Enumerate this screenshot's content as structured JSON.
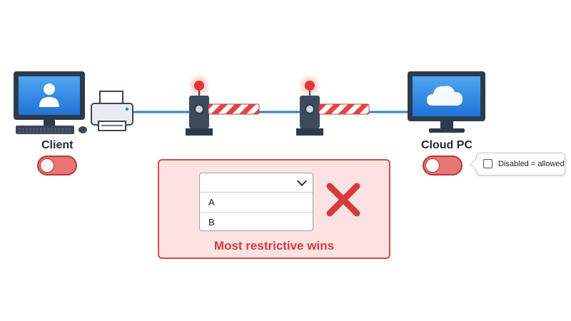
{
  "client": {
    "label": "Client",
    "toggle_state": "off"
  },
  "cloud_pc": {
    "label": "Cloud PC",
    "toggle_state": "off"
  },
  "tooltip": {
    "text": "Disabled = allowed",
    "checked": false
  },
  "dropdown": {
    "options": [
      "A",
      "B"
    ]
  },
  "result": {
    "caption": "Most restrictive wins"
  },
  "colors": {
    "connection_line": "#2f7ed8",
    "barrier_stripe": "#e04545",
    "warning_light": "#e53535",
    "panel_border": "#d94b4b",
    "panel_fill": "#fde2e2",
    "toggle_fill": "#e87575"
  },
  "icons": [
    "monitor-icon",
    "user-icon",
    "keyboard-icon",
    "mouse-icon",
    "printer-icon",
    "barrier-gate-icon",
    "cloud-icon",
    "red-x-icon",
    "checkbox-icon",
    "chevron-down-icon"
  ]
}
